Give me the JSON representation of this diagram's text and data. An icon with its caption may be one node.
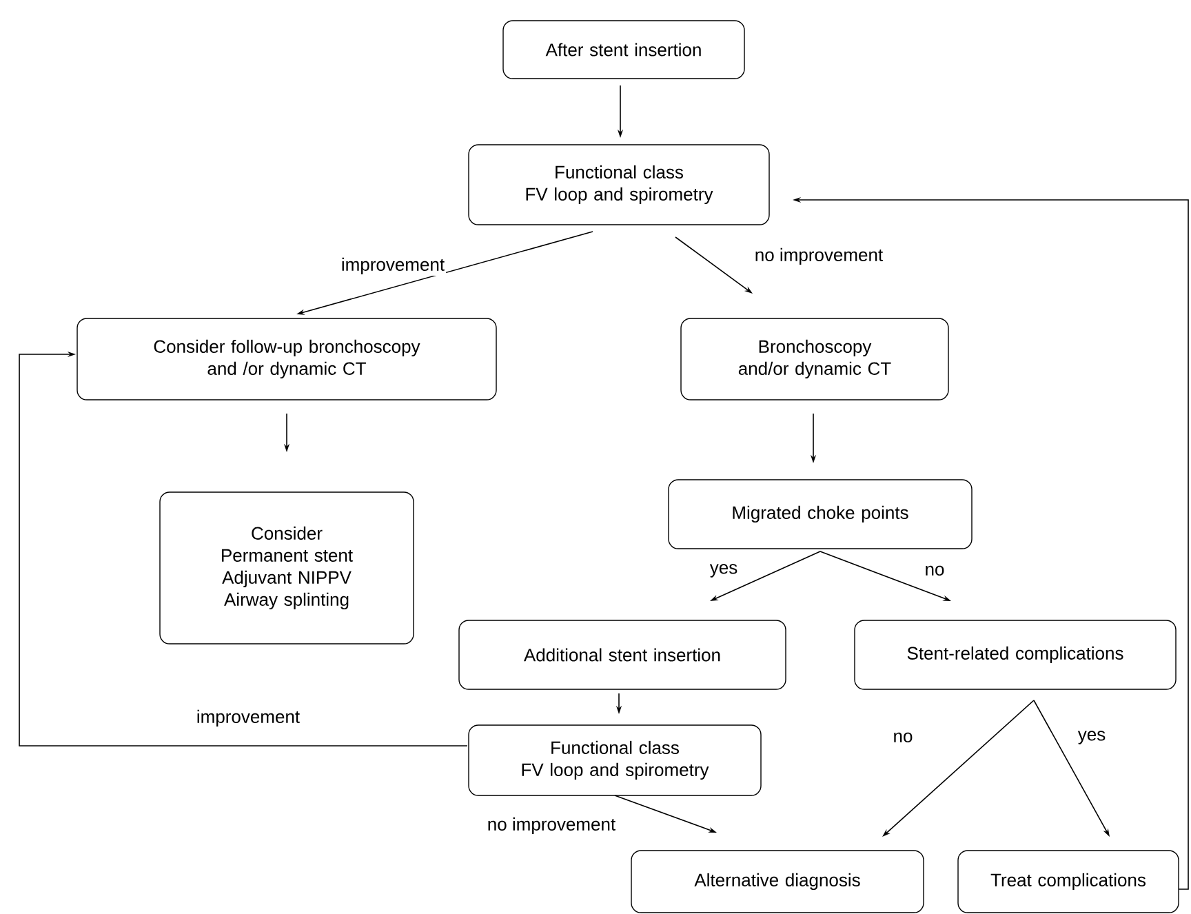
{
  "diagram": {
    "nodes": [
      {
        "text": [
          "After stent insertion"
        ]
      },
      {
        "text": [
          "Functional class",
          "FV loop and spirometry"
        ]
      },
      {
        "text": [
          "Consider follow-up bronchoscopy and /or dynamic CT"
        ]
      },
      {
        "text": [
          "Bronchoscopy and/or dynamic CT"
        ]
      },
      {
        "text": [
          "Consider",
          "Permanent stent",
          "Adjuvant NIPPV",
          "Airway splinting"
        ]
      },
      {
        "text": [
          "Migrated choke points"
        ]
      },
      {
        "text": [
          "Additional stent insertion"
        ]
      },
      {
        "text": [
          "Functional class",
          "FV loop and spirometry"
        ]
      },
      {
        "text": [
          "Stent-related complications"
        ]
      },
      {
        "text": [
          "Alternative diagnosis"
        ]
      },
      {
        "text": [
          "Treat complications"
        ]
      }
    ],
    "edges": [
      {
        "from": 0,
        "to": 1,
        "arrow": "to"
      },
      {
        "from": 1,
        "to": 2,
        "arrow": "to",
        "label": "improvement"
      },
      {
        "from": 1,
        "to": 3,
        "arrow": "to",
        "label": "no improvement"
      },
      {
        "from": 2,
        "to": 4,
        "arrow": "to"
      },
      {
        "from": 3,
        "to": 5,
        "arrow": "to"
      },
      {
        "from": 5,
        "to": 6,
        "arrow": "to",
        "label": "yes"
      },
      {
        "from": 5,
        "to": 8,
        "arrow": "to",
        "label": "no"
      },
      {
        "from": 6,
        "to": 7,
        "arrow": "to"
      },
      {
        "from": 7,
        "to": 2,
        "arrow": "to",
        "label": "improvement"
      },
      {
        "from": 7,
        "to": 9,
        "arrow": "to",
        "label": "no improvement"
      },
      {
        "from": 8,
        "to": 9,
        "arrow": "to",
        "label": "no"
      },
      {
        "from": 8,
        "to": 10,
        "arrow": "to",
        "label": "yes"
      },
      {
        "from": 10,
        "to": 1,
        "arrow": "to"
      }
    ]
  }
}
